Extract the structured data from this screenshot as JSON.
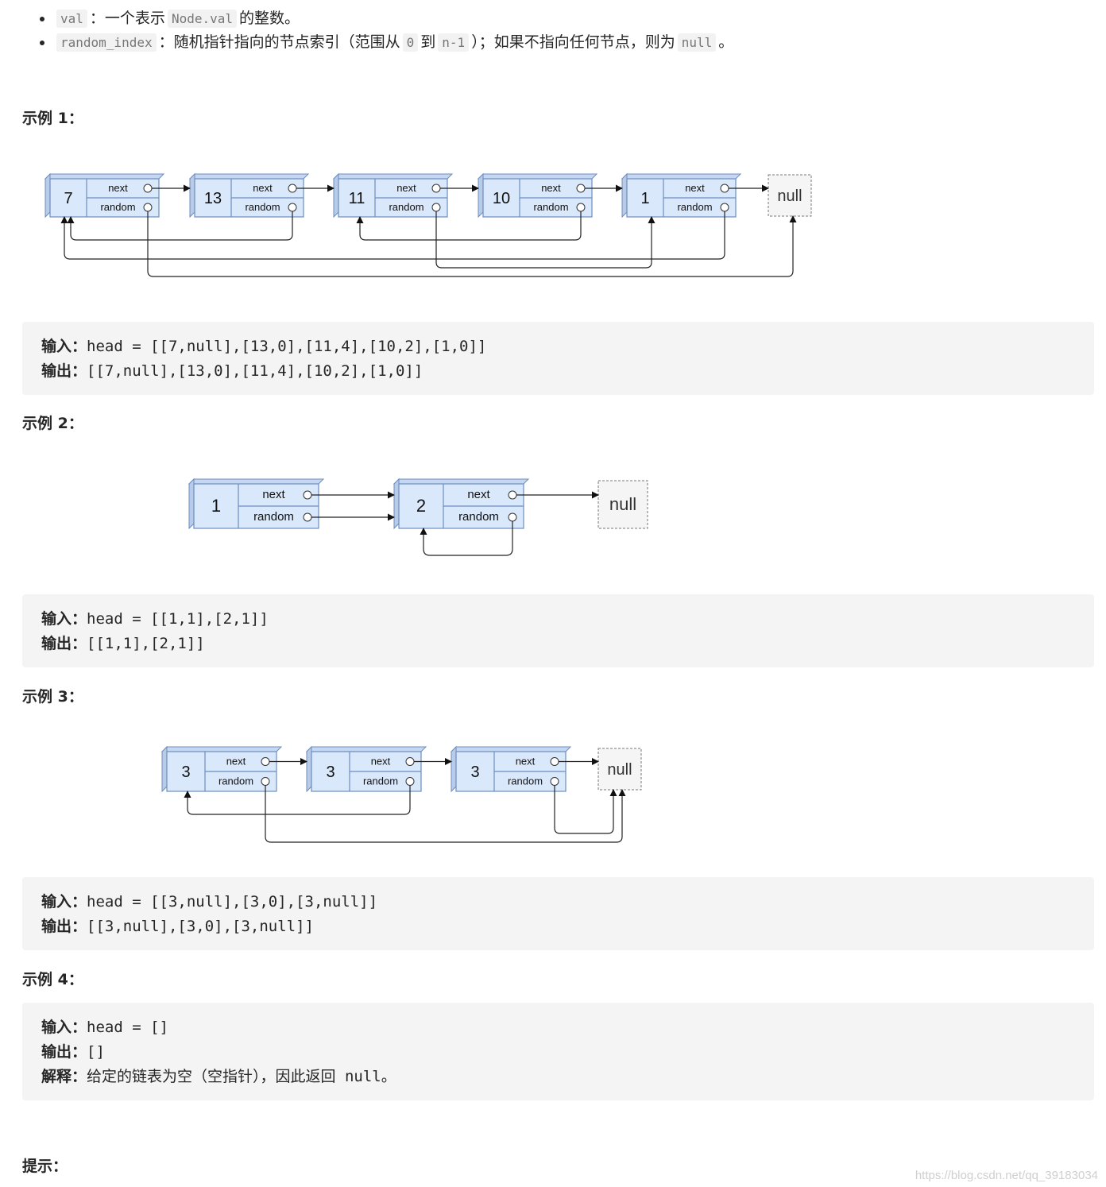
{
  "bullets": [
    {
      "code": "val",
      "sep": "：",
      "text_before": "一个表示",
      "code2": "Node.val",
      "text_after": "的整数。"
    },
    {
      "code": "random_index",
      "sep": "：",
      "text_a": "随机指针指向的节点索引（范围从",
      "code_a": "0",
      "text_b": "到",
      "code_b": "n-1",
      "text_c": "）；如果不指向任何节点，则为",
      "code_c": "null",
      "text_d": "。"
    }
  ],
  "examples": [
    {
      "heading": "示例 1：",
      "input_label": "输入：",
      "input": "head = [[7,null],[13,0],[11,4],[10,2],[1,0]]",
      "output_label": "输出：",
      "output": "[[7,null],[13,0],[11,4],[10,2],[1,0]]",
      "nodes": [
        "7",
        "13",
        "11",
        "10",
        "1"
      ]
    },
    {
      "heading": "示例 2：",
      "input_label": "输入：",
      "input": "head = [[1,1],[2,1]]",
      "output_label": "输出：",
      "output": "[[1,1],[2,1]]",
      "nodes": [
        "1",
        "2"
      ]
    },
    {
      "heading": "示例 3：",
      "input_label": "输入：",
      "input": "head = [[3,null],[3,0],[3,null]]",
      "output_label": "输出：",
      "output": "[[3,null],[3,0],[3,null]]",
      "nodes": [
        "3",
        "3",
        "3"
      ]
    },
    {
      "heading": "示例 4：",
      "input_label": "输入：",
      "input": "head = []",
      "output_label": "输出：",
      "output": "[]",
      "explain_label": "解释：",
      "explain_text": "给定的链表为空（空指针），因此返回",
      "explain_code": "null",
      "explain_end": "。"
    }
  ],
  "node_field_next": "next",
  "node_field_random": "random",
  "null_label": "null",
  "tips_heading": "提示：",
  "watermark": "https://blog.csdn.net/qq_39183034",
  "colors": {
    "node_fill": "#dae8fc",
    "node_stroke": "#6c8ebf",
    "null_fill": "#f5f5f5"
  }
}
